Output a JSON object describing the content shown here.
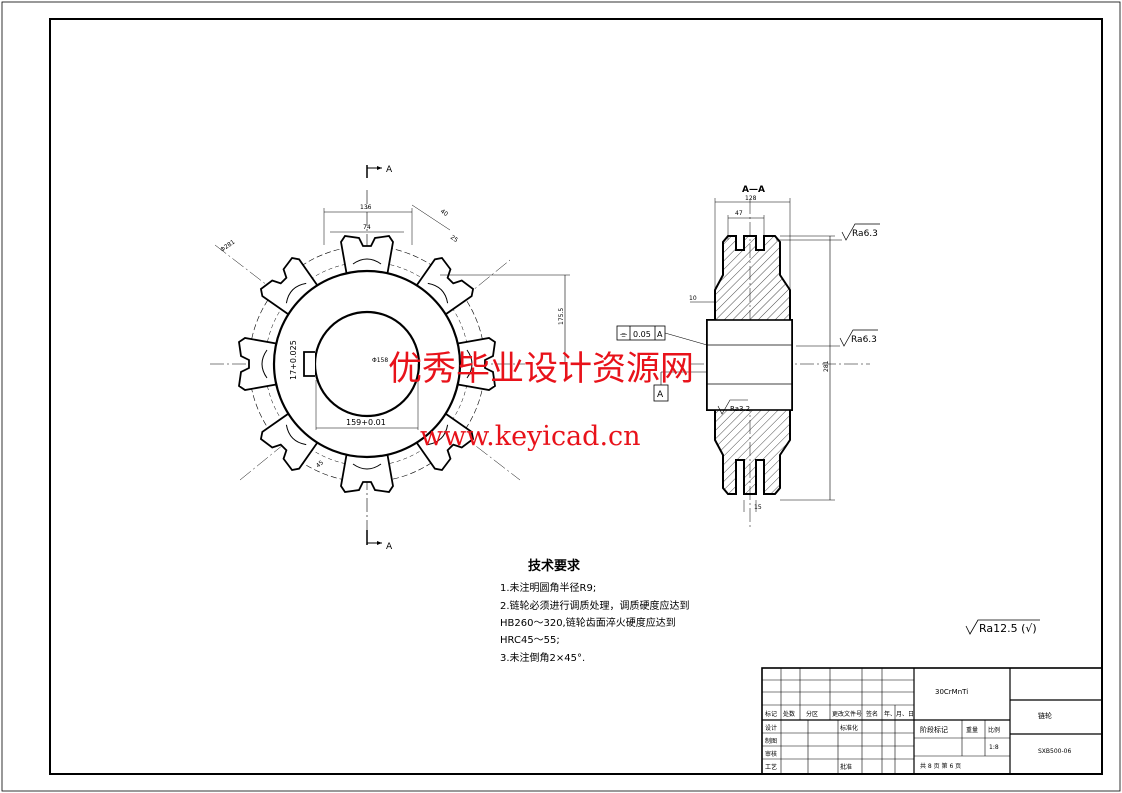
{
  "view": {
    "section_mark": "A",
    "section_title": "A—A"
  },
  "front_dims": {
    "chordal": "136",
    "inner_width": "74",
    "tooth_width": "40",
    "tooth_tip": "25",
    "outer_dia": "Φ281",
    "keyway_height": "17+0.025",
    "bore_dia": "Φ158",
    "bore_len": "159+0.01",
    "tooth_angle": "45",
    "pitch_dia": "175.5"
  },
  "section_dims": {
    "width_total": "128",
    "tooth_gap": "47",
    "hub_offset": "10",
    "bottom_gap": "15",
    "height_overall": "281"
  },
  "surface": {
    "ra_top": "Ra6.3",
    "ra_mid": "Ra6.3",
    "ra_bore": "Ra3.2",
    "ra_general": "Ra12.5 (√)"
  },
  "tolerance": {
    "symbol": "⌯",
    "value": "0.05",
    "datum": "A",
    "datum_box": "A"
  },
  "watermark": {
    "line1": "优秀毕业设计资源网",
    "line2": "www.keyicad.cn"
  },
  "tech_requirements": {
    "title": "技术要求",
    "items": [
      "1.未注明圆角半径R9;",
      "2.链轮必须进行调质处理，调质硬度应达到",
      "HB260～320,链轮齿面淬火硬度应达到",
      "HRC45～55;",
      "3.未注倒角2×45°."
    ]
  },
  "title_block": {
    "material": "30CrMnTi",
    "part_name": "链轮",
    "drawing_no": "SXB500-06",
    "stage_mark": "阶段标记",
    "weight": "重量",
    "scale": "比例",
    "scale_value": "1:8",
    "sheet": "共 8 页    第 6 页",
    "header": [
      "标记",
      "处数",
      "分区",
      "更改文件号",
      "签名",
      "年、月、日"
    ],
    "design": "设计",
    "standardize": "标准化",
    "draft": "制图",
    "check": "审核",
    "process": "工艺",
    "approve": "批准"
  }
}
